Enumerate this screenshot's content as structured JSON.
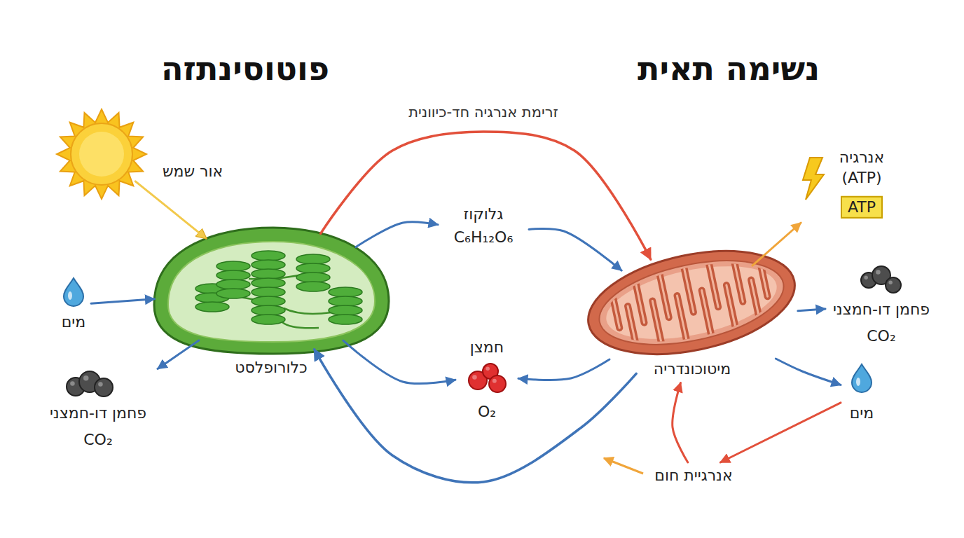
{
  "diagram": {
    "nodes": [
      {
        "text": [
          "אור שמש"
        ]
      },
      {
        "text": [
          "כלורופלסט"
        ]
      },
      {
        "text": [
          "מים"
        ]
      },
      {
        "text": [
          "פחמן דו-חמצני",
          "CO₂"
        ]
      },
      {
        "text": [
          "גלוקוז",
          "C₆H₁₂O₆"
        ]
      },
      {
        "text": [
          "חמצן",
          "O₂"
        ]
      },
      {
        "text": [
          "מיטוכונדריה"
        ]
      },
      {
        "text": [
          "אנרגיה (ATP)",
          "ATP"
        ]
      },
      {
        "text": [
          "פחמן דו-חמצני",
          "CO₂"
        ]
      },
      {
        "text": [
          "מים"
        ]
      },
      {
        "text": [
          "אנרגיית חום"
        ]
      }
    ],
    "edges": [
      {
        "from": 1,
        "to": 6,
        "arrow": "to",
        "label": "זרימת אנרגיה חד-כיוונית"
      },
      {
        "from": 1,
        "to": 4,
        "arrow": "to"
      },
      {
        "from": 4,
        "to": 6,
        "arrow": "to"
      },
      {
        "from": 1,
        "to": 5,
        "arrow": "to"
      },
      {
        "from": 6,
        "to": 5,
        "arrow": "to"
      },
      {
        "from": 0,
        "to": 1,
        "arrow": "to"
      },
      {
        "from": 2,
        "to": 1,
        "arrow": "to"
      },
      {
        "from": 1,
        "to": 3,
        "arrow": "to"
      },
      {
        "from": 6,
        "to": 7,
        "arrow": "to"
      },
      {
        "from": 6,
        "to": 8,
        "arrow": "to"
      },
      {
        "from": 6,
        "to": 9,
        "arrow": "to"
      },
      {
        "from": 9,
        "to": 10,
        "arrow": "to"
      },
      {
        "from": 10,
        "to": 6,
        "arrow": "to"
      },
      {
        "from": 6,
        "to": 1,
        "arrow": "to"
      }
    ],
    "labels": [
      "פוטוסינתזה",
      "נשימה תאית"
    ]
  }
}
